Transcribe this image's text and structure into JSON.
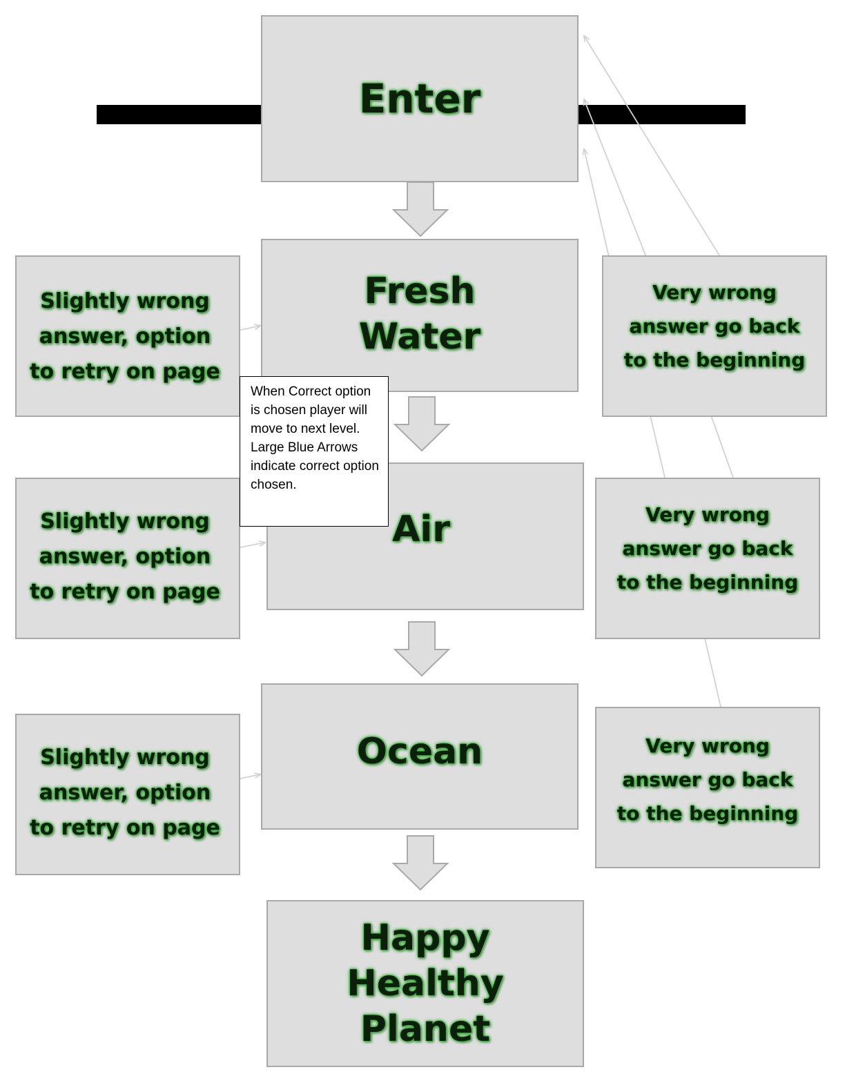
{
  "stages": {
    "enter": "Enter",
    "fresh_water": [
      "Fresh",
      "Water"
    ],
    "air": "Air",
    "ocean": "Ocean",
    "finish": [
      "Happy",
      "Healthy",
      "Planet"
    ]
  },
  "slightly_wrong": [
    "Slightly wrong",
    "answer, option",
    "to retry on page"
  ],
  "very_wrong": [
    "Very wrong",
    "answer go back",
    "to the beginning"
  ],
  "note": "When Correct option is chosen player will move to next level. Large Blue Arrows indicate correct option chosen."
}
